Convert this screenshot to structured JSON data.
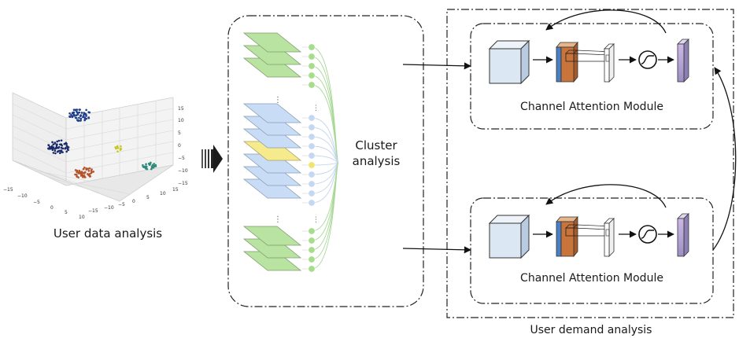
{
  "labels": {
    "user_data": "User data analysis",
    "cluster_line1": "Cluster",
    "cluster_line2": "analysis",
    "module_top": "Channel Attention Module",
    "module_bottom": "Channel Attention Module",
    "user_demand": "User demand analysis",
    "ellipsis": "⋮"
  },
  "scatter3d": {
    "z_ticks": [
      "15",
      "10",
      "5",
      "0",
      "−5",
      "−10",
      "−15"
    ],
    "x_ticks": [
      "−15",
      "−10",
      "−5",
      "0",
      "5",
      "10"
    ],
    "y_ticks": [
      "−15",
      "−10",
      "−5",
      "0",
      "5",
      "10",
      "15"
    ],
    "cluster_colors": [
      "#1f3f8a",
      "#1a2a6b",
      "#b5532a",
      "#c8c81e",
      "#2e8b7a"
    ]
  },
  "colors": {
    "green_layer": "#b9e3a0",
    "blue_layer": "#c9dcf5",
    "yellow_layer": "#f5ea8c",
    "node_green": "#a6dd8a",
    "node_blue": "#c5d8f2",
    "node_yellow": "#f0e46a",
    "cube_face": "#dbe7f3",
    "conv_blue": "#4a7fc1",
    "conv_orange": "#c8743a",
    "out_purple": "#b9a6d6"
  }
}
